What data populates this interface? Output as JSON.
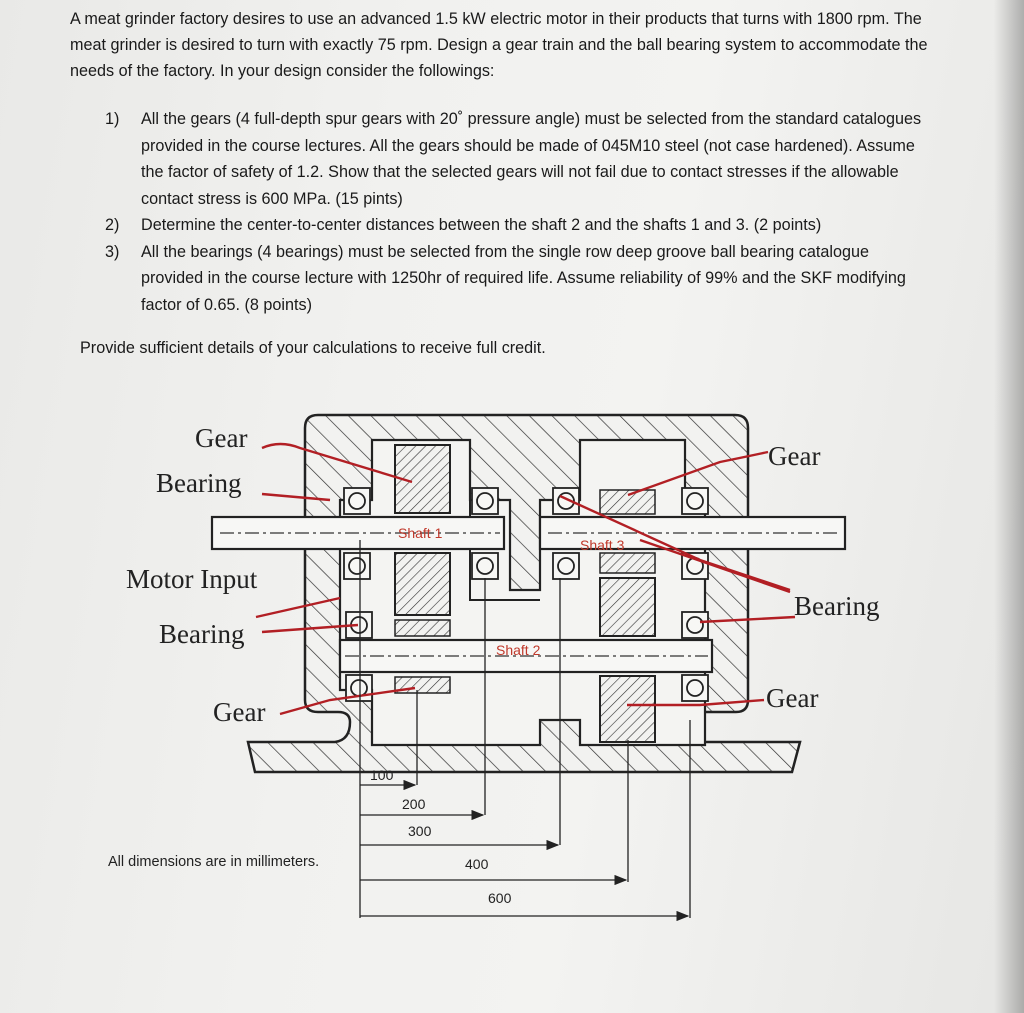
{
  "problem": {
    "intro": "A meat grinder factory desires to use an advanced 1.5 kW electric motor in their products that turns with 1800 rpm. The meat grinder is desired to turn with exactly 75 rpm. Design a gear train and the ball bearing system to accommodate the needs of the factory. In your design consider the followings:",
    "requirements": [
      {
        "num": "1)",
        "text": "All the gears (4 full-depth spur gears with 20˚ pressure angle) must be selected from the standard catalogues provided in the course lectures. All the gears should be made of 045M10 steel (not case hardened). Assume the factor of safety of 1.2. Show that the selected gears will not fail due to contact stresses if the allowable contact stress is 600 MPa. (15 pints)"
      },
      {
        "num": "2)",
        "text": "Determine the center-to-center distances between the shaft 2 and the shafts 1 and 3. (2 points)"
      },
      {
        "num": "3)",
        "text": "All the bearings (4 bearings) must be selected from the single row deep groove ball bearing catalogue provided in the course lecture with 1250hr of required life. Assume reliability of 99% and the SKF modifying factor of 0.65. (8 points)"
      }
    ],
    "closing": "Provide sufficient details of your calculations to receive full credit."
  },
  "figure": {
    "labels_left": {
      "gear_top": "Gear",
      "bearing_top": "Bearing",
      "motor_input": "Motor Input",
      "bearing_mid": "Bearing",
      "gear_bottom": "Gear"
    },
    "labels_right": {
      "gear_top": "Gear",
      "bearing": "Bearing",
      "gear_bottom": "Gear"
    },
    "shaft_labels": {
      "shaft1": "Shaft 1",
      "shaft2": "Shaft 2",
      "shaft3": "Shaft 3"
    },
    "dimensions": [
      "100",
      "200",
      "300",
      "400",
      "600"
    ],
    "note": "All dimensions are in millimeters.",
    "colors": {
      "leader": "#b21f24",
      "ink": "#222222",
      "shaft_label": "#c0392b"
    }
  }
}
